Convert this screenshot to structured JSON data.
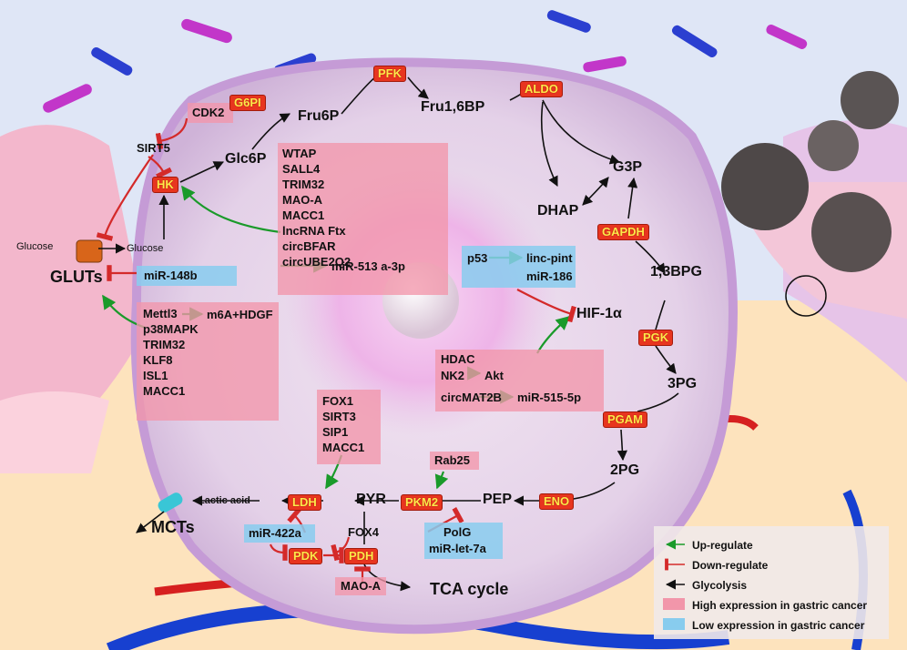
{
  "metabolites": {
    "fru6p": "Fru6P",
    "fru16bp": "Fru1,6BP",
    "glc6p": "Glc6P",
    "g3p": "G3P",
    "dhap": "DHAP",
    "bpg13": "1,3BPG",
    "pg3": "3PG",
    "pg2": "2PG",
    "pep": "PEP",
    "pyr": "PYR",
    "lactic_acid": "Lactic acid",
    "tca": "TCA cycle",
    "glucose_out": "Glucose",
    "glucose_in": "Glucose",
    "hif1a": "HIF-1α"
  },
  "enzymes": {
    "pfk": "PFK",
    "g6pi": "G6PI",
    "aldo": "ALDO",
    "hk": "HK",
    "gapdh": "GAPDH",
    "pgk": "PGK",
    "pgam": "PGAM",
    "eno": "ENO",
    "pkm2": "PKM2",
    "ldh": "LDH",
    "pdk": "PDK",
    "pdh": "PDH"
  },
  "transporters": {
    "gluts": "GLUTs",
    "mcts": "MCTs"
  },
  "regulators": {
    "cdk2": "CDK2",
    "sirt5": "SIRT5",
    "mir148b": "miR-148b",
    "hk_group": [
      "WTAP",
      "SALL4",
      "TRIM32",
      "MAO-A",
      "MACC1",
      "lncRNA Ftx",
      "circBFAR",
      "circUBE2Q2"
    ],
    "mir513": "miR-513 a-3p",
    "glut_group": [
      "Mettl3",
      "p38MAPK",
      "TRIM32",
      "KLF8",
      "ISL1",
      "MACC1"
    ],
    "m6a": "m6A+HDGF",
    "p53": "p53",
    "lincpint": "linc-pint",
    "mir186": "miR-186",
    "hdac": "HDAC",
    "nk2": "NK2",
    "akt": "Akt",
    "circmat2b": "circMAT2B",
    "mir515": "miR-515-5p",
    "ldh_group": [
      "FOX1",
      "SIRT3",
      "SIP1",
      "MACC1"
    ],
    "rab25": "Rab25",
    "polg": "PolG",
    "mirlet7a": "miR-let-7a",
    "mir422a": "miR-422a",
    "fox4": "FOX4",
    "maoa": "MAO-A"
  },
  "legend": {
    "items": [
      "Up-regulate",
      "Down-regulate",
      "Glycolysis",
      "High expression in gastric cancer",
      "Low expression in gastric cancer"
    ]
  },
  "colors": {
    "up": "#1a9a2a",
    "down": "#d42a2a",
    "glycolysis": "#111111",
    "high": "#f296aa",
    "low": "#88ccee"
  }
}
